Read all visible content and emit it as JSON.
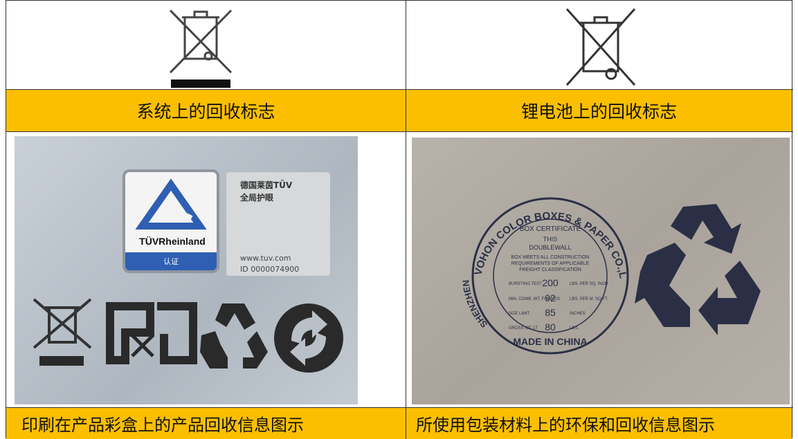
{
  "row1": {
    "left_caption": "系统上的回收标志",
    "right_caption": "锂电池上的回收标志"
  },
  "row2": {
    "left_caption": "印刷在产品彩盒上的产品回收信息图示",
    "right_caption": "所使用包装材料上的环保和回收信息图示"
  },
  "photo_left": {
    "tuv_brand": "TÜVRheinland",
    "tuv_cert": "认证",
    "label_title_1": "德国莱茵TÜV",
    "label_title_2": "全局护眼",
    "label_url": "www.tuv.com",
    "label_id": "ID 0000074900"
  },
  "photo_right": {
    "stamp_top": "VOHON COLOR BOXES & PAPER CO.,LTD.",
    "stamp_left": "SHENZHEN",
    "stamp_bottom": "MADE IN CHINA",
    "cert_heading": "BOX CERTIFICATE",
    "cert_this": "THIS",
    "cert_type": "DOUBLEWALL",
    "cert_line1": "BOX MEETS ALL CONSTRUCTION",
    "cert_line2": "REQUIREMENTS OF APPLICABLE",
    "cert_line3": "FREIGHT CLASSIFICATION",
    "rows": [
      {
        "label": "BURSTING TEST",
        "value": "200",
        "unit": "LBS. PER SQ. INCH"
      },
      {
        "label": "MIN. COMB. WT. FACINGS",
        "value": "92",
        "unit": "LBS. PER M. SQ.FT."
      },
      {
        "label": "SIZE LIMIT",
        "value": "85",
        "unit": "INCHES"
      },
      {
        "label": "GROSS WT. LT",
        "value": "80",
        "unit": "LBS."
      }
    ]
  },
  "colors": {
    "band": "#fbbf00",
    "tuv_blue": "#2f5fb3",
    "ink": "#2a2f45"
  }
}
